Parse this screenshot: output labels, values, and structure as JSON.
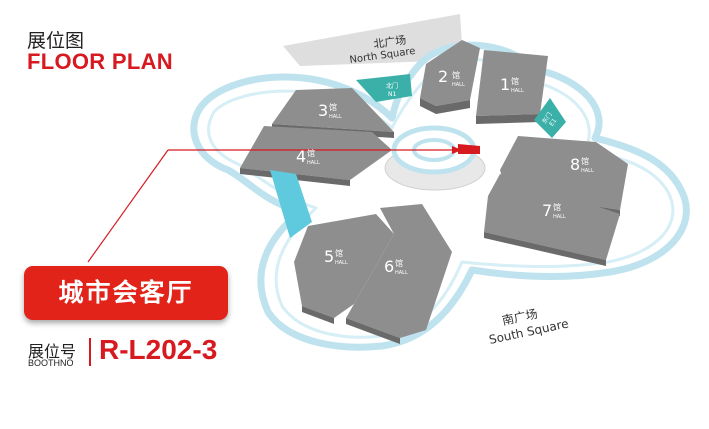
{
  "header": {
    "title_zh": "展位图",
    "title_en": "FLOOR PLAN"
  },
  "venue": {
    "name": "城市会客厅"
  },
  "booth": {
    "label_zh": "展位号",
    "label_en": "BOOTHNO",
    "number": "R-L202-3"
  },
  "squares": {
    "north": {
      "zh": "北广场",
      "en": "North Square"
    },
    "south": {
      "zh": "南广场",
      "en": "South Square"
    }
  },
  "halls": [
    {
      "id": "hall-1",
      "num": "1",
      "zh": "馆",
      "en": "HALL"
    },
    {
      "id": "hall-2",
      "num": "2",
      "zh": "馆",
      "en": "HALL"
    },
    {
      "id": "hall-3",
      "num": "3",
      "zh": "馆",
      "en": "HALL"
    },
    {
      "id": "hall-4",
      "num": "4",
      "zh": "馆",
      "en": "HALL"
    },
    {
      "id": "hall-5",
      "num": "5",
      "zh": "馆",
      "en": "HALL"
    },
    {
      "id": "hall-6",
      "num": "6",
      "zh": "馆",
      "en": "HALL"
    },
    {
      "id": "hall-7",
      "num": "7",
      "zh": "馆",
      "en": "HALL"
    },
    {
      "id": "hall-8",
      "num": "8",
      "zh": "馆",
      "en": "HALL"
    }
  ],
  "entrances": {
    "n1": {
      "zh": "北门",
      "en": "N1"
    },
    "e1": {
      "zh": "东门",
      "en": "E1"
    }
  },
  "colors": {
    "accent": "#d71920",
    "teal": "#3bb0a8",
    "cyan": "#5fc9dd",
    "hall": "#8e8e8e",
    "outline": "#bfe3ee"
  }
}
